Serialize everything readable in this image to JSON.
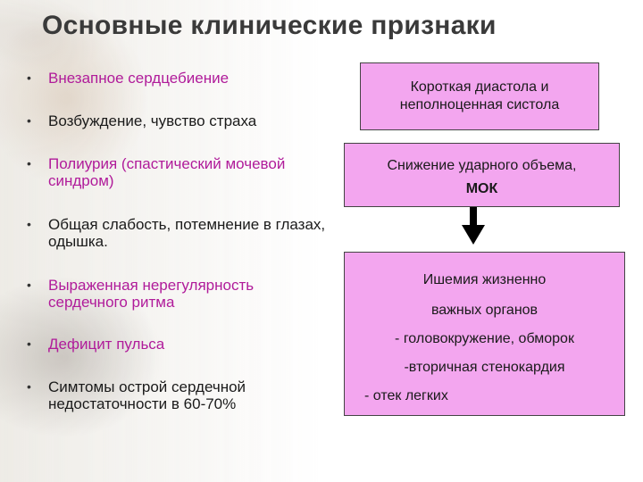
{
  "title": "Основные клинические признаки",
  "bullets": [
    {
      "text": "Внезапное сердцебиение",
      "color": "pink"
    },
    {
      "text": "Возбуждение, чувство страха",
      "color": "black"
    },
    {
      "text": "Полиурия (спастический мочевой синдром)",
      "color": "pink"
    },
    {
      "text": "Общая слабость, потемнение в глазах, одышка.",
      "color": "black"
    },
    {
      "text": "Выраженная нерегулярность сердечного ритма",
      "color": "pink"
    },
    {
      "text": "Дефицит пульса",
      "color": "pink"
    },
    {
      "text": "Симтомы острой сердечной недостаточности в 60-70%",
      "color": "black"
    }
  ],
  "boxes": {
    "box1": {
      "line1": "Короткая диастола и",
      "line2": "неполноценная систола"
    },
    "box2": {
      "line1": "Снижение ударного объема,",
      "line2": "МОК"
    },
    "box3": {
      "line1": "Ишемия жизненно",
      "line2": "важных органов",
      "line3": "- головокружение, обморок",
      "line4": "-вторичная стенокардия",
      "line5": "- отек легких"
    }
  },
  "colors": {
    "box_fill": "#f3a6ef",
    "bullet_accent": "#b01b9a",
    "arrow": "#000000"
  },
  "icons": {
    "arrow": "down-arrow-icon"
  }
}
